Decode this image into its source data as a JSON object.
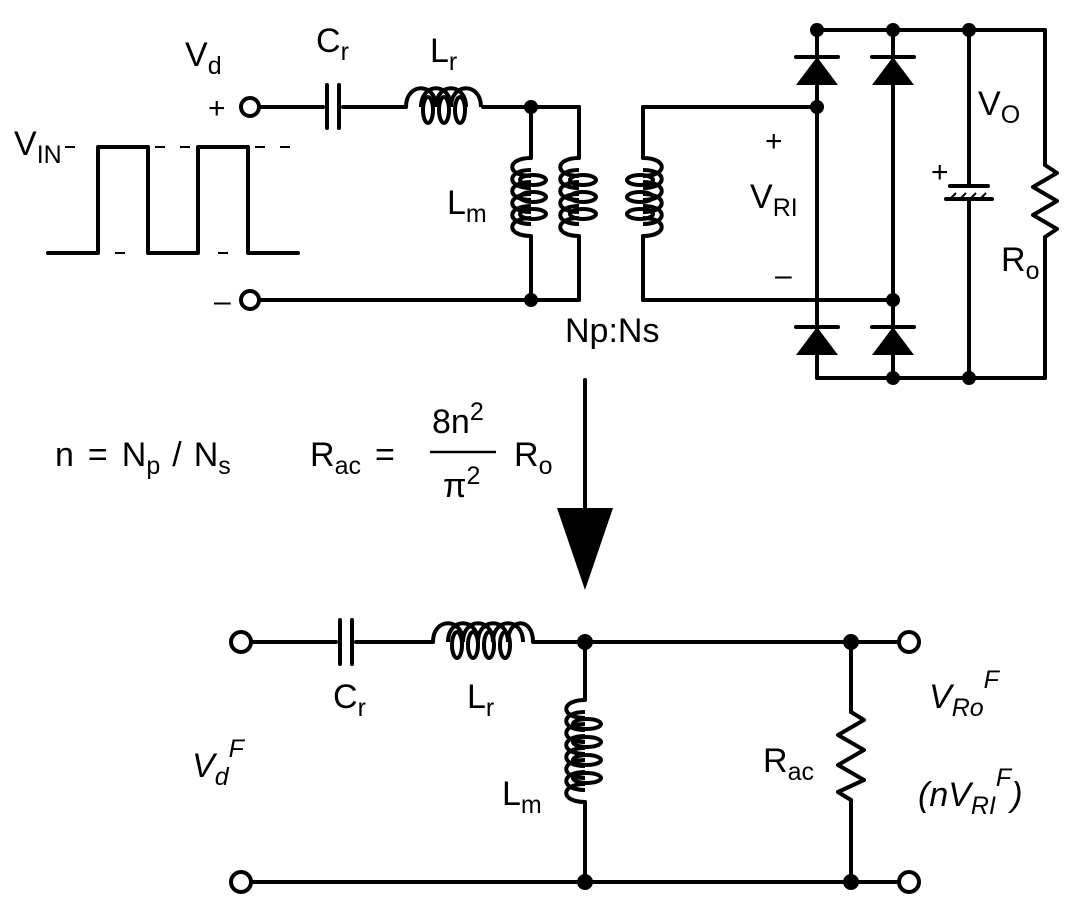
{
  "top_circuit": {
    "vd_label": "V",
    "vd_sub": "d",
    "cr_label": "C",
    "cr_sub": "r",
    "lr_label": "L",
    "lr_sub": "r",
    "lm_label": "L",
    "lm_sub": "m",
    "vin_label": "V",
    "vin_sub": "IN",
    "plus": "+",
    "minus": "–",
    "turns_ratio_label": "Np:Ns",
    "vri_plus": "+",
    "vri_label": "V",
    "vri_sub": "RI",
    "vri_minus": "–",
    "vo_label": "V",
    "vo_sub": "O",
    "cap_plus": "+",
    "ro_label": "R",
    "ro_sub": "o"
  },
  "equation": {
    "n_lhs": "n",
    "eq1": "=",
    "np_main": "N",
    "np_sub": "p",
    "slash": "/",
    "ns_main": "N",
    "ns_sub": "s",
    "rac_main": "R",
    "rac_sub": "ac",
    "eq2": "=",
    "num_main": "8n",
    "num_sup": "2",
    "den_main": "π",
    "den_sup": "2",
    "ro_main": "R",
    "ro_sub": "o"
  },
  "bottom_circuit": {
    "cr_label": "C",
    "cr_sub": "r",
    "lr_label": "L",
    "lr_sub": "r",
    "lm_label": "L",
    "lm_sub": "m",
    "rac_label": "R",
    "rac_sub": "ac",
    "vdf_label": "V",
    "vdf_sub": "d",
    "vdf_sup": "F",
    "vrof_label": "V",
    "vrof_sub": "Ro",
    "vrof_sup": "F",
    "nvrif_open": "(nV",
    "nvrif_sub": "RI",
    "nvrif_sup": "F",
    "nvrif_close": ")"
  }
}
